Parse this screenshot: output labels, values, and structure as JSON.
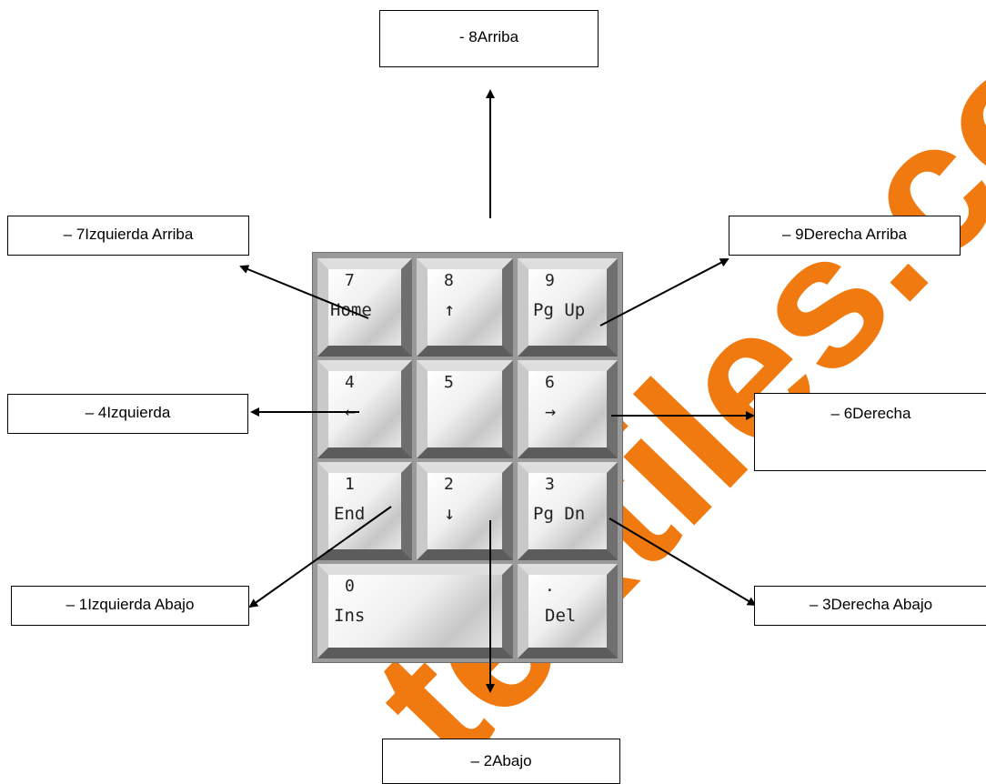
{
  "watermark": "textiles.com",
  "keys": {
    "k7": {
      "num": "7",
      "sub": "Home"
    },
    "k8": {
      "num": "8",
      "sub": "↑"
    },
    "k9": {
      "num": "9",
      "sub": "Pg Up"
    },
    "k4": {
      "num": "4",
      "sub": "←"
    },
    "k5": {
      "num": "5",
      "sub": ""
    },
    "k6": {
      "num": "6",
      "sub": "→"
    },
    "k1": {
      "num": "1",
      "sub": "End"
    },
    "k2": {
      "num": "2",
      "sub": "↓"
    },
    "k3": {
      "num": "3",
      "sub": "Pg Dn"
    },
    "k0": {
      "num": "0",
      "sub": "Ins"
    },
    "kdot": {
      "num": ".",
      "sub": "Del"
    }
  },
  "labels": {
    "up": "- 8Arriba",
    "up_left": "– 7Izquierda Arriba",
    "up_right": "– 9Derecha Arriba",
    "left": "– 4Izquierda",
    "right": "– 6Derecha",
    "down_left": "– 1Izquierda Abajo",
    "down_right": "– 3Derecha Abajo",
    "down": "– 2Abajo"
  },
  "colors": {
    "watermark": "#f07a10",
    "keypad_frame": "#9a9a9a"
  }
}
